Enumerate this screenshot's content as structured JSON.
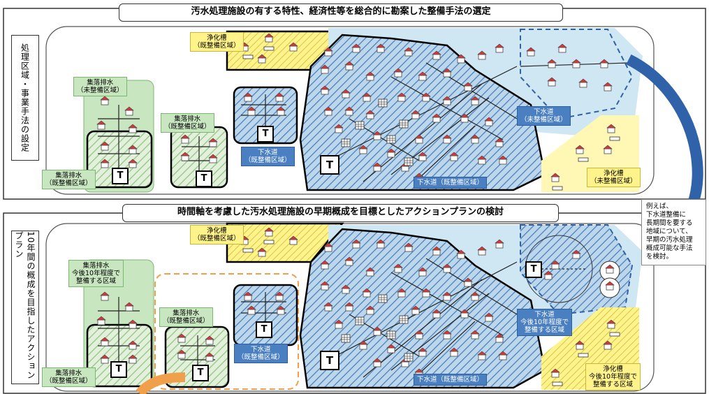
{
  "top": {
    "title": "汚水処理施設の有する特性、経済性等を総合的に勘案した整備手法の選定",
    "side_label": "処理区域・事業手法の設定",
    "labels": {
      "johkaso_existing": "浄化槽\n（既整備区域）",
      "shuraku_unbuilt": "集落排水\n（未整備区域）",
      "shuraku_existing_mid": "集落排水\n（既整備区域）",
      "shuraku_existing_left": "集落排水\n（既整備区域）",
      "gesuido_existing_small": "下水道\n（既整備区域）",
      "gesuido_unbuilt": "下水道\n（未整備区域）",
      "gesuido_existing_big": "下水道（既整備区域）",
      "johkaso_unbuilt": "浄化槽\n（未整備区域）"
    }
  },
  "bottom": {
    "title": "時間軸を考慮した汚水処理施設の早期概成を目標としたアクションプランの検討",
    "side_label": "10年間の概成を目指したアクションプラン",
    "labels": {
      "johkaso_existing": "浄化槽\n（既整備区域）",
      "shuraku_10yr": "集落排水\n今後10年程度で\n整備する区域",
      "shuraku_existing_mid": "集落排水\n（既整備区域）",
      "shuraku_existing_left": "集落排水\n（既整備区域）",
      "gesuido_existing_small": "下水道\n（既整備区域）",
      "gesuido_10yr": "下水道\n今後10年程度で\n整備する区域",
      "gesuido_existing_big": "下水道（既整備区域）",
      "johkaso_10yr": "浄化槽\n今後10年程度で\n整備する区域"
    }
  },
  "note": "例えば、\n下水道整備に\n長期間を要する\n地域について、\n早期の汚水処理\n概成可能な手法\nを検討。",
  "treatment_label": "T",
  "colors": {
    "green": "#c8e6c0",
    "blue_light": "#cfe6f3",
    "blue_hatch": "#6fa0d0",
    "yellow": "#fff38a",
    "arrow_blue": "#2f62a8",
    "arrow_orange": "#f0a04a",
    "house_roof": "#d23a3a"
  }
}
